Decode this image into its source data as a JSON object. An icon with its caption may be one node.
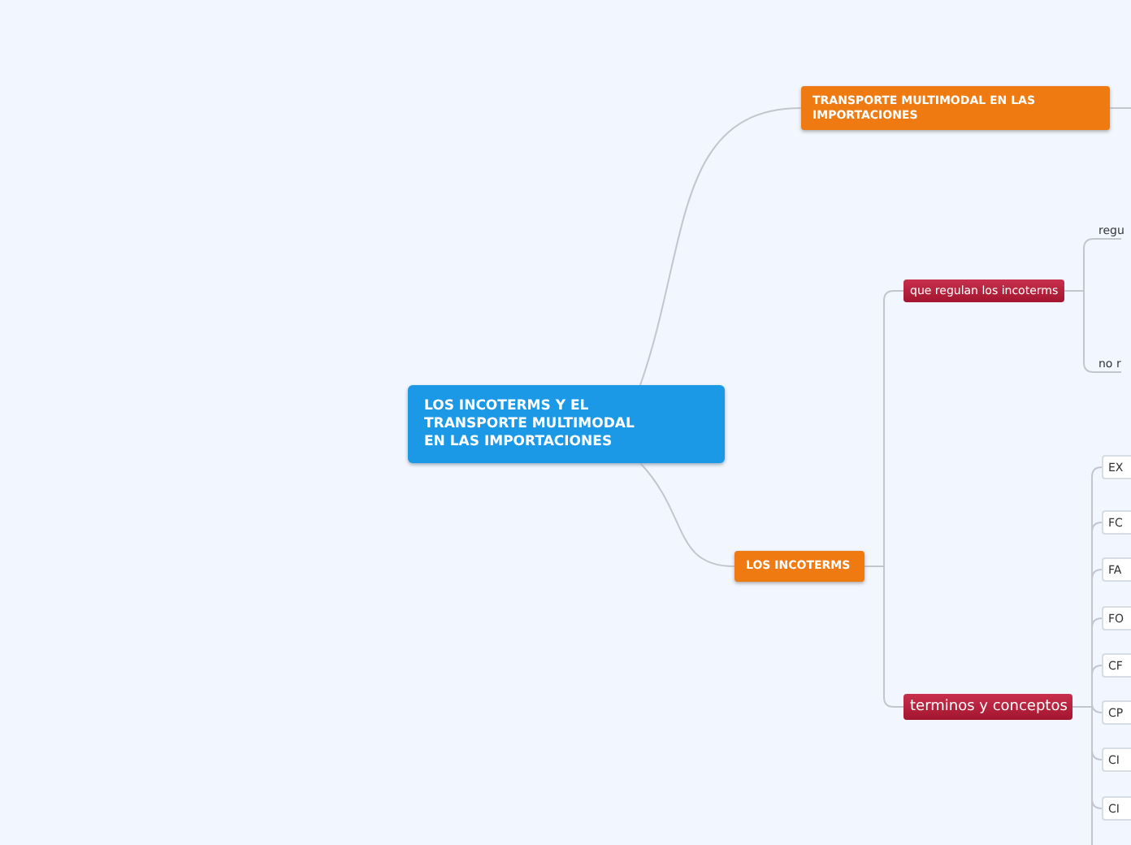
{
  "diagram": {
    "nodes": [
      {
        "text": [
          "LOS INCOTERMS Y EL TRANSPORTE MULTIMODAL EN LAS IMPORTACIONES"
        ]
      },
      {
        "text": [
          "TRANSPORTE MULTIMODAL EN LAS IMPORTACIONES"
        ]
      },
      {
        "text": [
          "LOS INCOTERMS"
        ]
      },
      {
        "text": [
          "que regulan los incoterms"
        ]
      },
      {
        "text": [
          "regu"
        ]
      },
      {
        "text": [
          "no r"
        ]
      },
      {
        "text": [
          "terminos y conceptos"
        ]
      },
      {
        "text": [
          "EX"
        ]
      },
      {
        "text": [
          "FC"
        ]
      },
      {
        "text": [
          "FA"
        ]
      },
      {
        "text": [
          "FO"
        ]
      },
      {
        "text": [
          "CF"
        ]
      },
      {
        "text": [
          "CP"
        ]
      },
      {
        "text": [
          "CI"
        ]
      },
      {
        "text": [
          "CI"
        ]
      }
    ],
    "edges": [
      {
        "from": 0,
        "to": 1,
        "arrow": "none"
      },
      {
        "from": 0,
        "to": 2,
        "arrow": "none"
      },
      {
        "from": 1,
        "to": null,
        "arrow": "none"
      },
      {
        "from": 2,
        "to": 3,
        "arrow": "none"
      },
      {
        "from": 2,
        "to": 6,
        "arrow": "none"
      },
      {
        "from": 3,
        "to": 4,
        "arrow": "none"
      },
      {
        "from": 3,
        "to": 5,
        "arrow": "none"
      },
      {
        "from": 6,
        "to": 7,
        "arrow": "none"
      },
      {
        "from": 6,
        "to": 8,
        "arrow": "none"
      },
      {
        "from": 6,
        "to": 9,
        "arrow": "none"
      },
      {
        "from": 6,
        "to": 10,
        "arrow": "none"
      },
      {
        "from": 6,
        "to": 11,
        "arrow": "none"
      },
      {
        "from": 6,
        "to": 12,
        "arrow": "none"
      },
      {
        "from": 6,
        "to": 13,
        "arrow": "none"
      },
      {
        "from": 6,
        "to": 14,
        "arrow": "none"
      },
      {
        "from": 6,
        "to": null,
        "arrow": "none"
      }
    ]
  }
}
